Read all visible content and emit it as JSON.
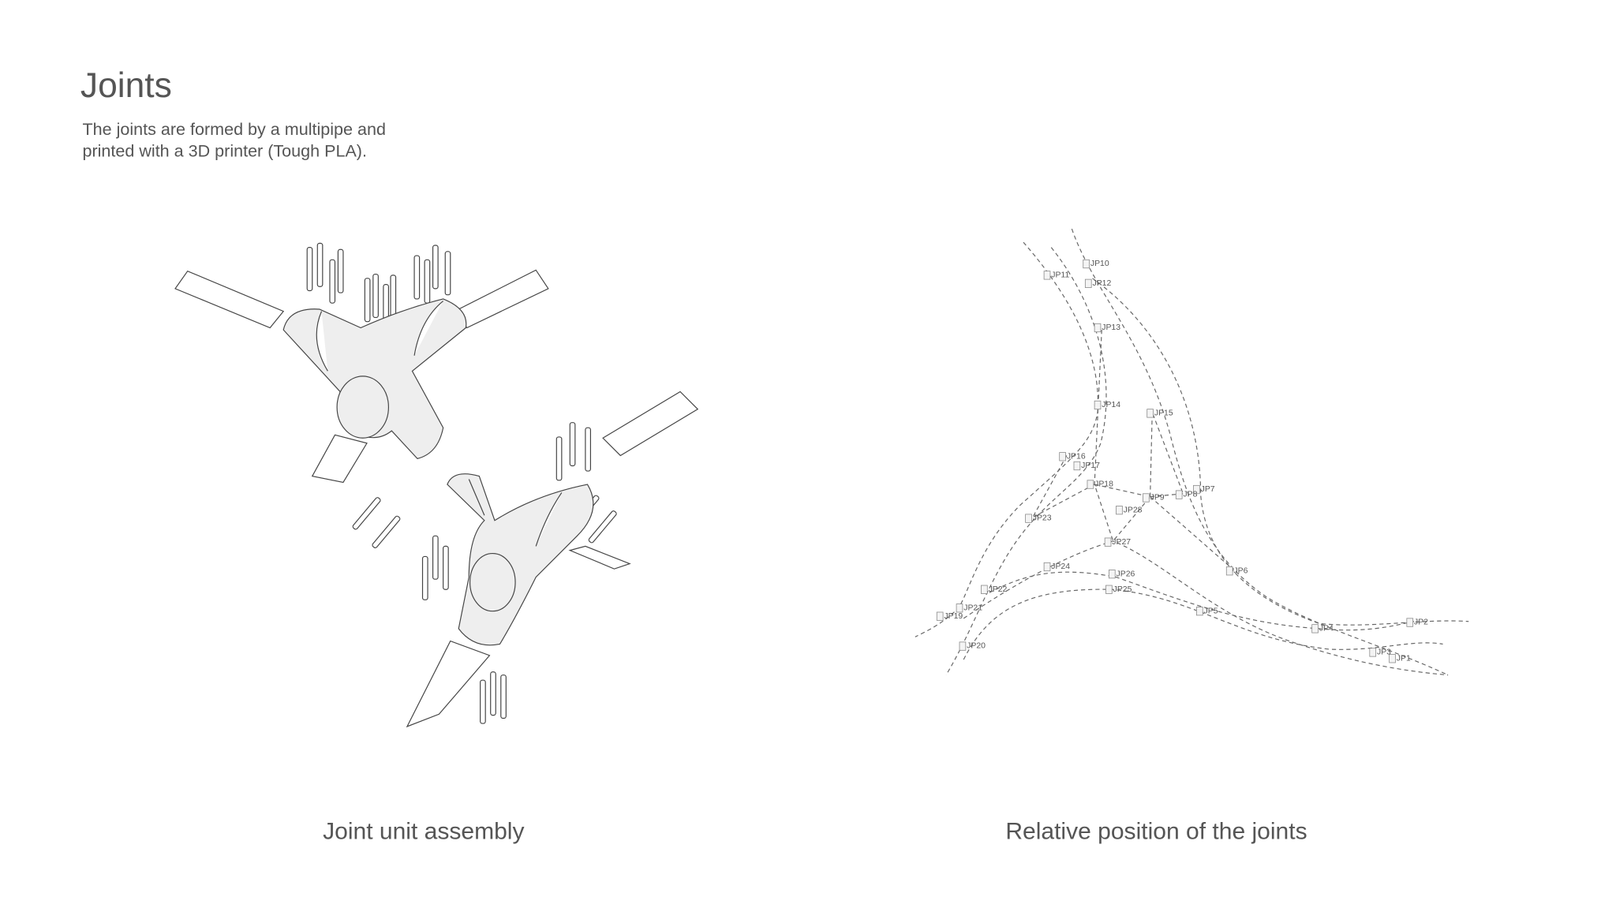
{
  "header": {
    "title": "Joints",
    "description_lines": [
      "The joints are formed by a multipipe and",
      "printed with a 3D printer (Tough PLA)."
    ]
  },
  "left_figure": {
    "caption": "Joint unit assembly"
  },
  "right_figure": {
    "caption": "Relative position of the joints",
    "joints": [
      "JP1",
      "JP2",
      "JP3",
      "JP4",
      "JP5",
      "JP6",
      "JP7",
      "JP8",
      "JP9",
      "JP10",
      "JP11",
      "JP12",
      "JP13",
      "JP14",
      "JP15",
      "JP16",
      "JP17",
      "JP18",
      "JP19",
      "JP20",
      "JP21",
      "JP22",
      "JP23",
      "JP24",
      "JP25",
      "JP26",
      "JP27",
      "JP28"
    ]
  }
}
